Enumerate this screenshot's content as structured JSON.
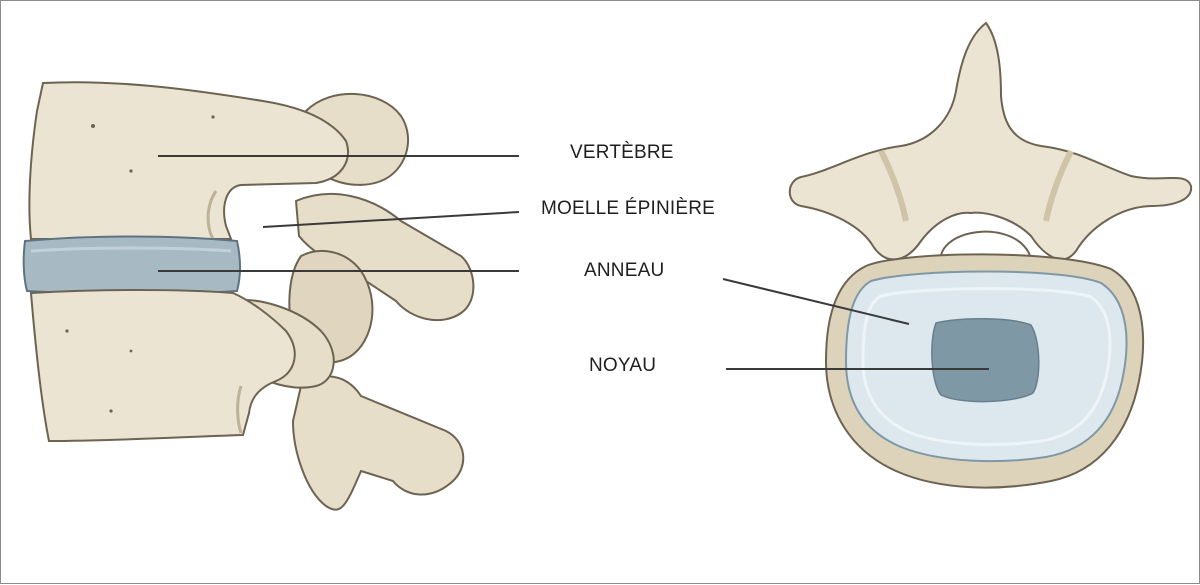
{
  "labels": {
    "vertebra": "VERTÈBRE",
    "spinal_cord": "MOELLE ÉPINIÈRE",
    "annulus": "ANNEAU",
    "nucleus": "NOYAU"
  },
  "colors": {
    "bone_fill": "#ece4d2",
    "bone_shadow": "#d2c7ae",
    "bone_outline": "#6d6352",
    "disc_fill": "#a7bac4",
    "annulus_fill": "#dde8ee",
    "nucleus_fill": "#7f98a6",
    "leader_line": "#3a3a3a"
  }
}
